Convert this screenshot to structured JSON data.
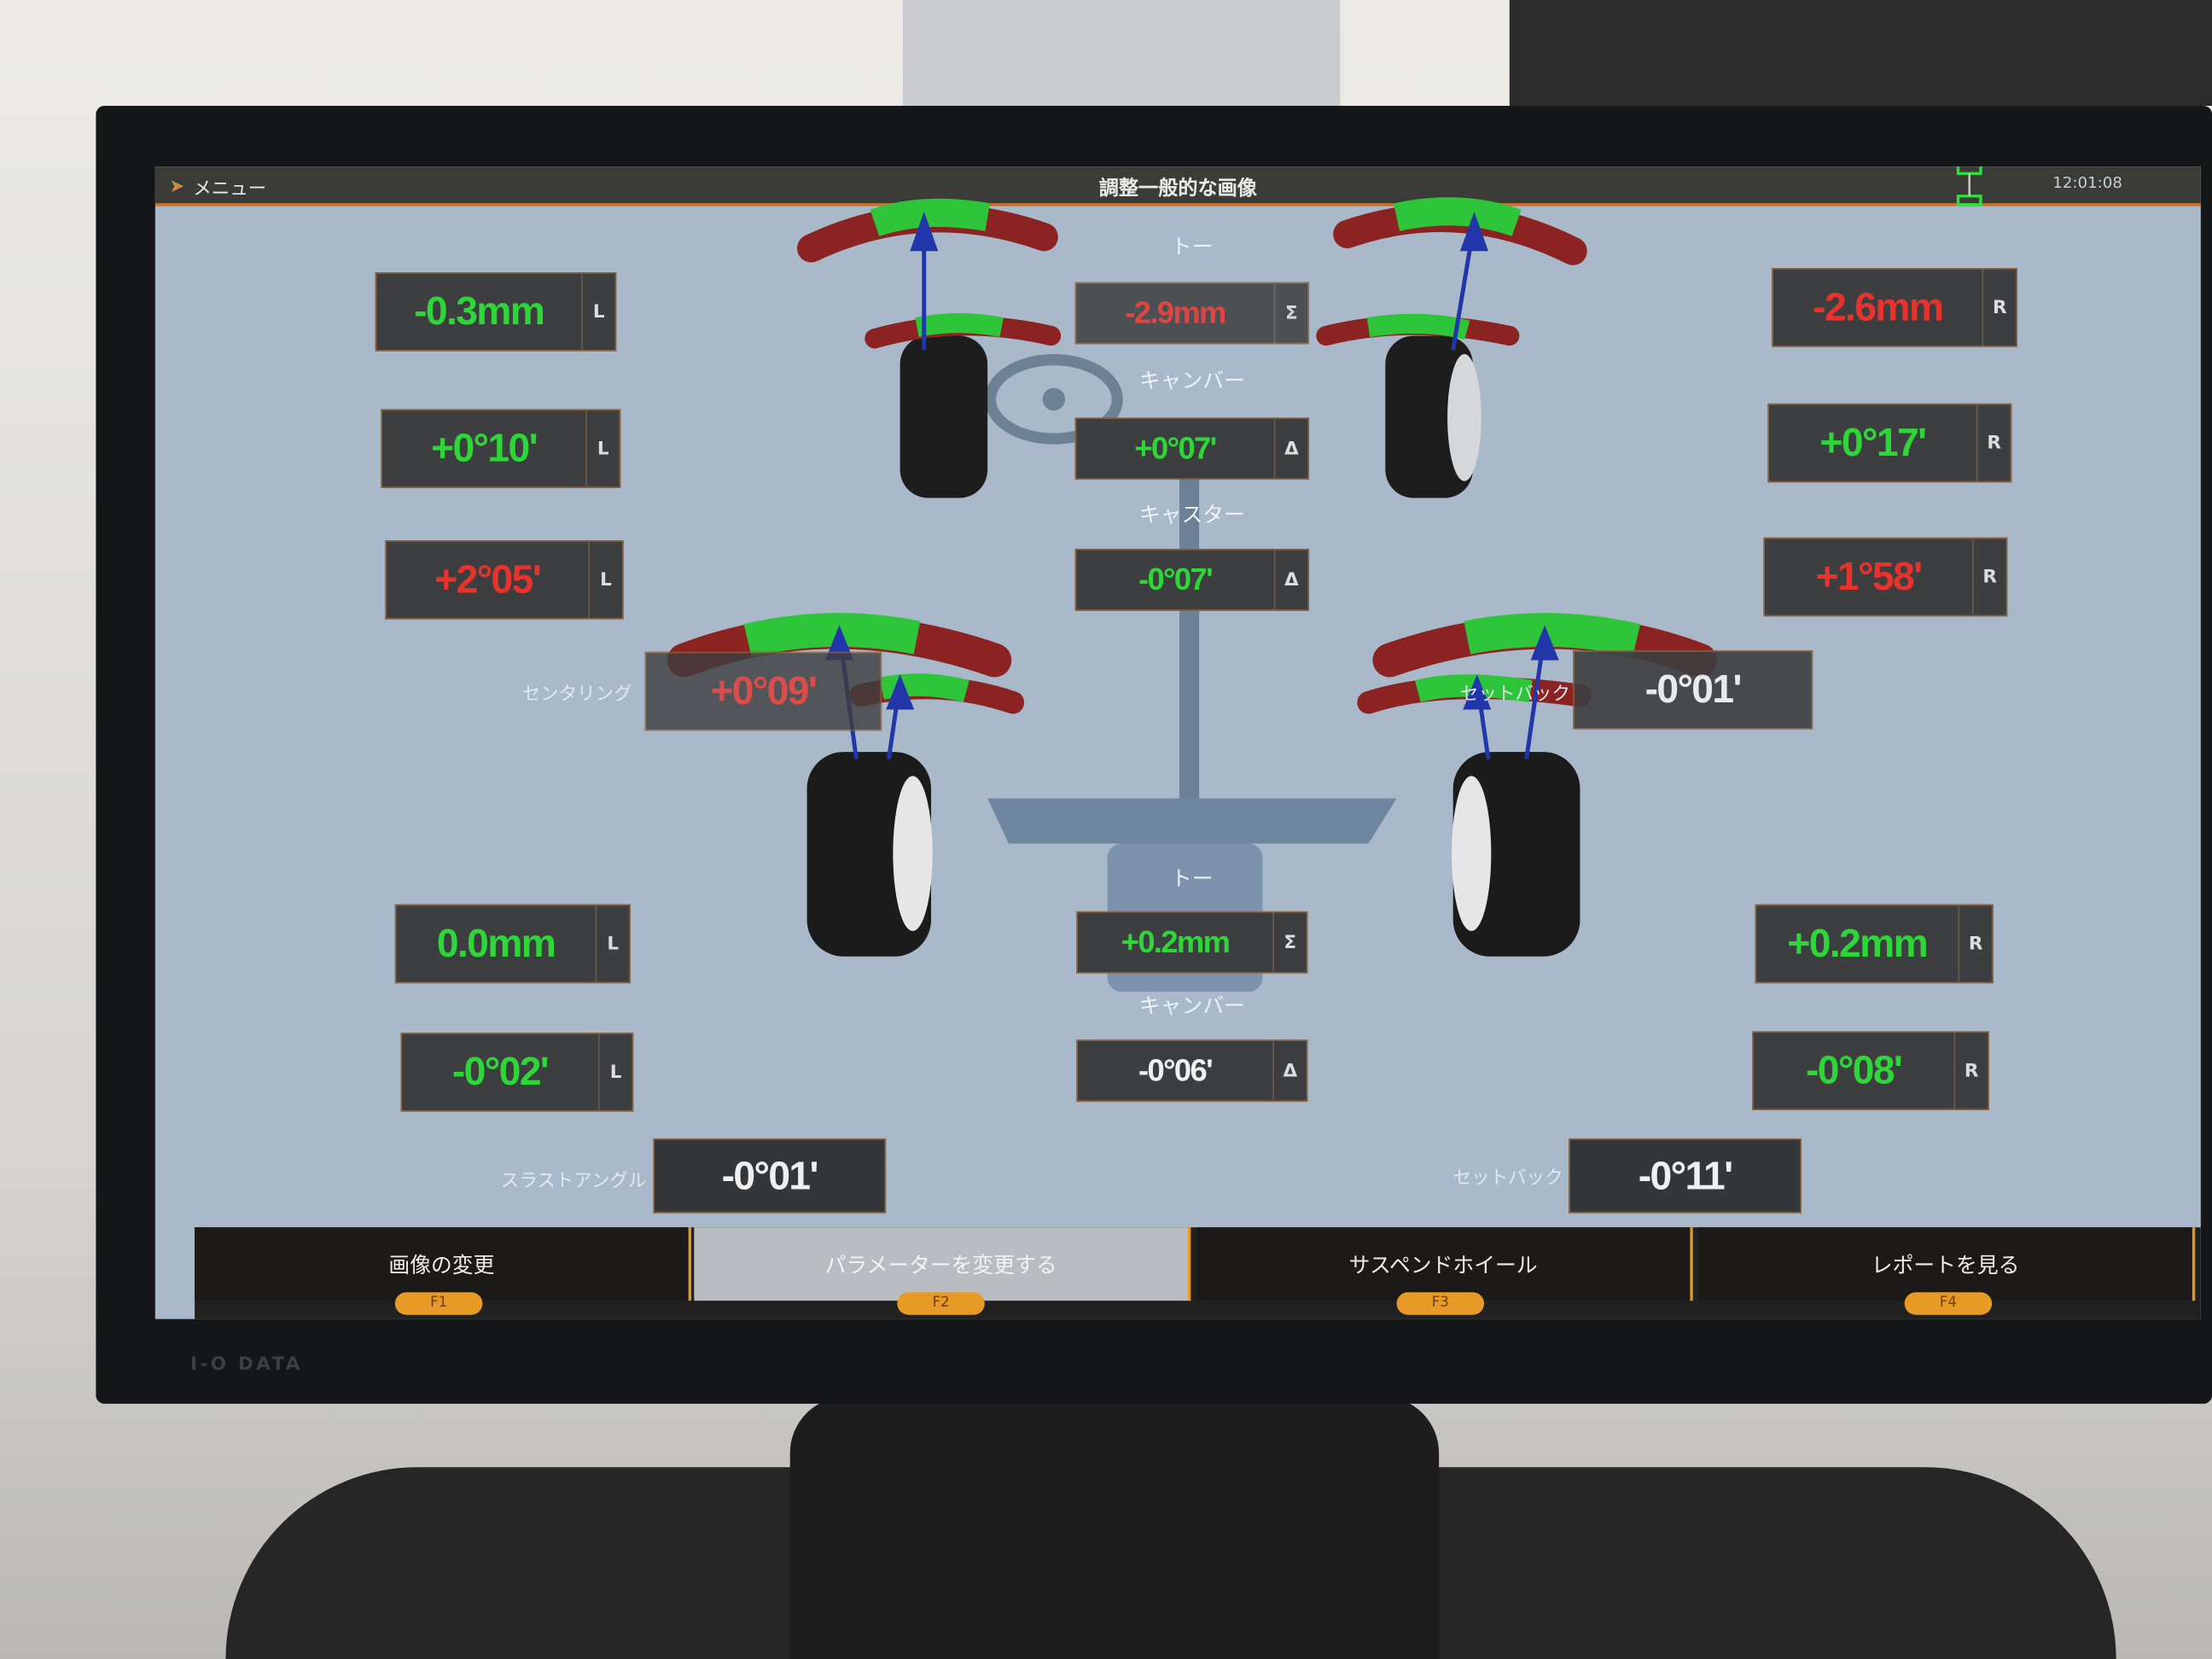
{
  "titlebar": {
    "menu_label": "メニュー",
    "title": "調整一般的な画像",
    "time": "12:01:08"
  },
  "bezel_brand": "I-O DATA",
  "front": {
    "toe_label": "トー",
    "camber_label": "キャンバー",
    "caster_label": "キャスター",
    "left": {
      "toe": "-0.3mm",
      "camber": "+0°10'",
      "caster": "+2°05'",
      "side": "L"
    },
    "right": {
      "toe": "-2.6mm",
      "camber": "+0°17'",
      "caster": "+1°58'",
      "side": "R"
    },
    "total_toe": {
      "value": "-2.9mm",
      "symbol": "Σ"
    },
    "camber_diff": {
      "value": "+0°07'",
      "symbol": "Δ"
    },
    "caster_diff": {
      "value": "-0°07'",
      "symbol": "Δ"
    },
    "centering": {
      "label": "センタリング",
      "value": "+0°09'"
    },
    "setback": {
      "label": "セットバック",
      "value": "-0°01'"
    }
  },
  "rear": {
    "toe_label": "トー",
    "camber_label": "キャンバー",
    "left": {
      "toe": "0.0mm",
      "camber": "-0°02'",
      "side": "L"
    },
    "right": {
      "toe": "+0.2mm",
      "camber": "-0°08'",
      "side": "R"
    },
    "total_toe": {
      "value": "+0.2mm",
      "symbol": "Σ"
    },
    "camber_diff": {
      "value": "-0°06'",
      "symbol": "Δ"
    },
    "thrust_angle": {
      "label": "スラストアングル",
      "value": "-0°01'"
    },
    "setback": {
      "label": "セットバック",
      "value": "-0°11'"
    }
  },
  "footer": [
    {
      "label": "画像の変更",
      "key": "F1",
      "active": false
    },
    {
      "label": "パラメーターを変更する",
      "key": "F2",
      "active": true
    },
    {
      "label": "サスペンドホイール",
      "key": "F3",
      "active": false
    },
    {
      "label": "レポートを見る",
      "key": "F4",
      "active": false
    }
  ],
  "colors": {
    "in_spec": "#2fd63a",
    "out_of_spec": "#e8332c",
    "accent": "#e69a23",
    "screen_bg": "#aab9c9"
  }
}
